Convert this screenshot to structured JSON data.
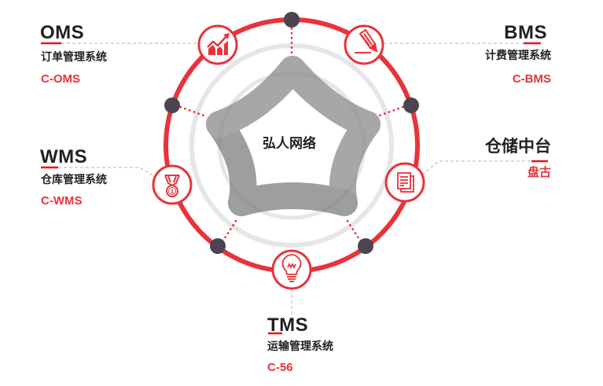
{
  "center": {
    "label": "弘人网络"
  },
  "colors": {
    "accent": "#e8333a",
    "dot": "#4d4452",
    "text": "#231f20",
    "ring_gray": "#e6e6e8",
    "star_gray": "#9a9a9a"
  },
  "nodes": [
    {
      "id": "oms",
      "title": "OMS",
      "subtitle": "订单管理系统",
      "code": "C-OMS",
      "icon": "chart-growth-icon"
    },
    {
      "id": "bms",
      "title": "BMS",
      "subtitle": "计费管理系统",
      "code": "C-BMS",
      "icon": "pencil-icon"
    },
    {
      "id": "wms",
      "title": "WMS",
      "subtitle": "仓库管理系统",
      "code": "C-WMS",
      "icon": "medal-icon"
    },
    {
      "id": "warehouse",
      "title": "仓储中台",
      "code": "盘古",
      "icon": "document-icon"
    },
    {
      "id": "tms",
      "title": "TMS",
      "subtitle": "运输管理系统",
      "code": "C-56",
      "icon": "lightbulb-icon"
    }
  ]
}
